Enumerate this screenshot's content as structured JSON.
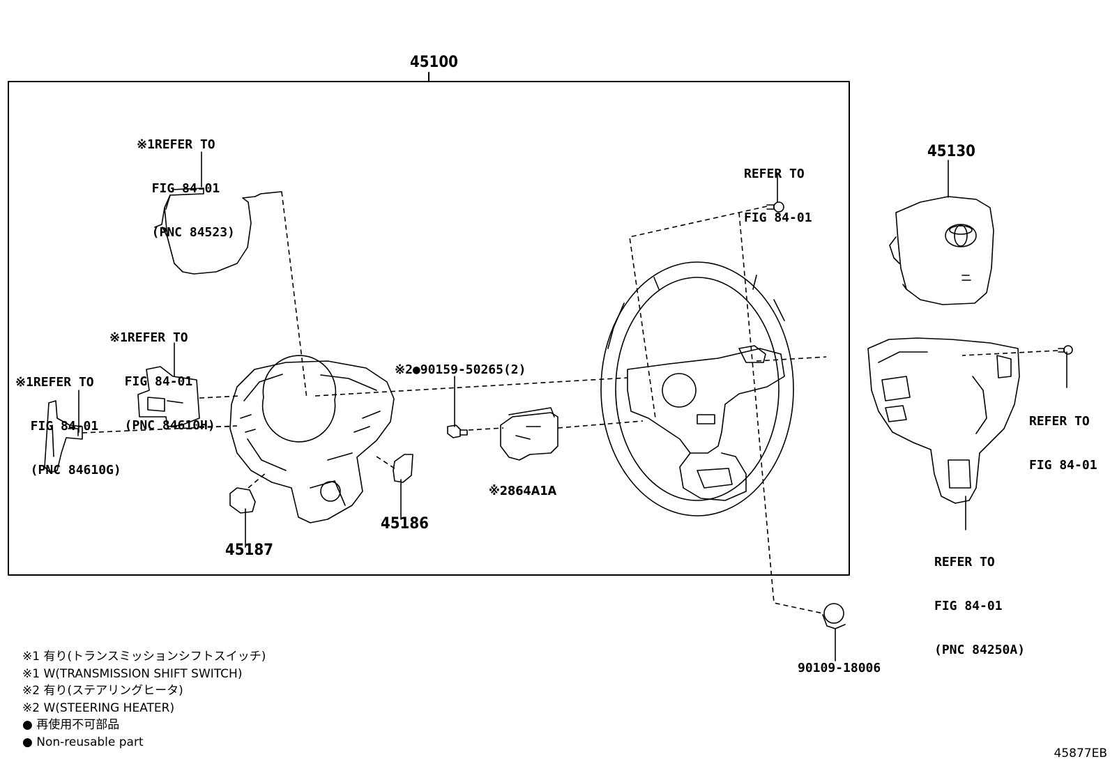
{
  "assembly_number": "45100",
  "parts": {
    "airbag": "45130",
    "cover_left": "45187",
    "cover_right": "45186",
    "heater_part": "※2864A1A",
    "screw": "※2●90159-50265(2)",
    "bolt": "90109-18006"
  },
  "refs": {
    "wire_harness": [
      "※1REFER TO",
      "  FIG 84-01",
      "  (PNC 84523)"
    ],
    "paddle_right": [
      "※1REFER TO",
      "  FIG 84-01",
      "  (PNC 84610H)"
    ],
    "paddle_left": [
      "※1REFER TO",
      "  FIG 84-01",
      "  (PNC 84610G)"
    ],
    "top_screw": [
      "REFER TO",
      "FIG 84-01"
    ],
    "switch_screw": [
      "REFER TO",
      "FIG 84-01"
    ],
    "switch_assy": [
      "REFER TO",
      "FIG 84-01",
      "(PNC 84250A)"
    ]
  },
  "legend": [
    "※1 有り(トランスミッションシフトスイッチ)",
    "※1 W(TRANSMISSION SHIFT SWITCH)",
    "※2 有り(ステアリングヒータ)",
    "※2 W(STEERING HEATER)",
    "● 再使用不可部品",
    "● Non-reusable part"
  ],
  "diagram_code": "45877EB"
}
